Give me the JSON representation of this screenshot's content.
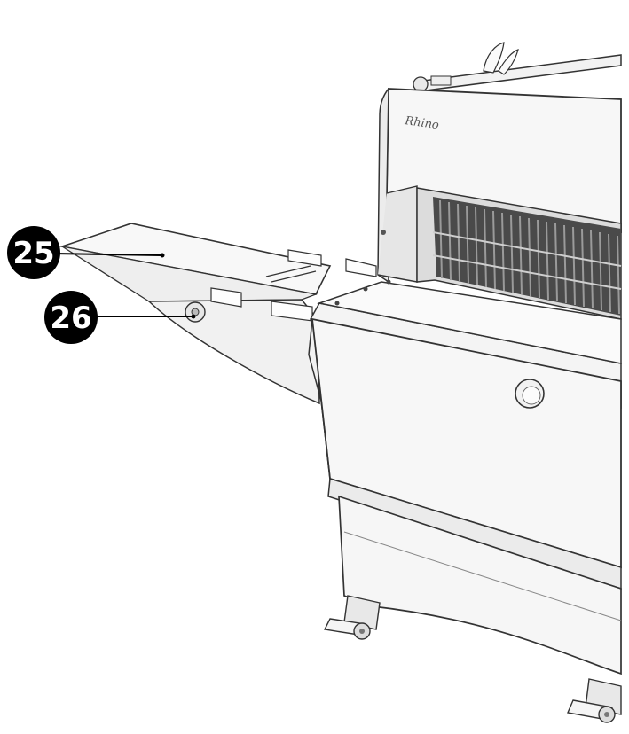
{
  "callouts": [
    {
      "id": "25",
      "label": "25"
    },
    {
      "id": "26",
      "label": "26"
    }
  ],
  "brand_logo_text": "Rhino",
  "colors": {
    "outline": "#333333",
    "panel_fill": "#f4f4f4",
    "shadow_fill": "#dcdcdc",
    "blade_dark": "#3a3a3a",
    "callout_fill": "#000000"
  }
}
